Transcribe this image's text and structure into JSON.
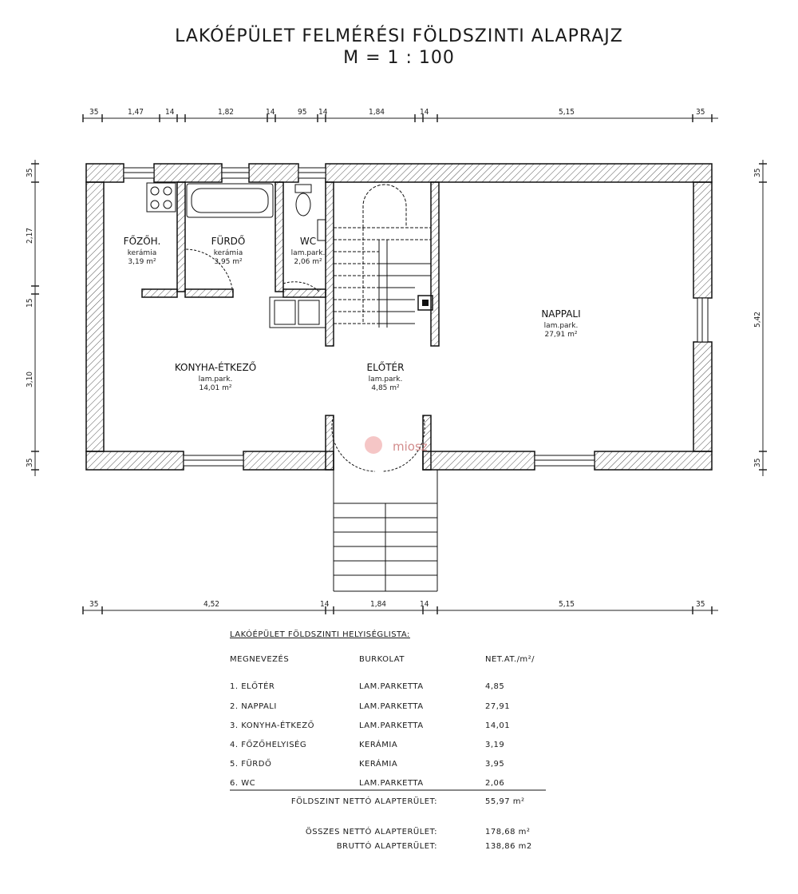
{
  "title": {
    "line1": "LAKÓÉPÜLET FELMÉRÉSI FÖLDSZINTI ALAPRAJZ",
    "line2": "M = 1 : 100"
  },
  "dimensions": {
    "top": [
      "35",
      "1,47",
      "14",
      "1,82",
      "14",
      "95",
      "14",
      "1,84",
      "14",
      "5,15",
      "35"
    ],
    "bottom": [
      "35",
      "4,52",
      "14",
      "1,84",
      "14",
      "5,15",
      "35"
    ],
    "left": [
      "35",
      "2,17",
      "15",
      "3,10",
      "35"
    ],
    "right": [
      "35",
      "5,42",
      "35"
    ]
  },
  "rooms": {
    "fozo": {
      "name": "FŐZŐH.",
      "floor": "kerámia",
      "area": "3,19 m²"
    },
    "furdo": {
      "name": "FÜRDŐ",
      "floor": "kerámia",
      "area": "3,95 m²"
    },
    "wc": {
      "name": "WC",
      "floor": "lam.park.",
      "area": "2,06 m²"
    },
    "nappali": {
      "name": "NAPPALI",
      "floor": "lam.park.",
      "area": "27,91 m²"
    },
    "konyha": {
      "name": "KONYHA-ÉTKEZŐ",
      "floor": "lam.park.",
      "area": "14,01 m²"
    },
    "eloter": {
      "name": "ELŐTÉR",
      "floor": "lam.park.",
      "area": "4,85 m²"
    }
  },
  "watermark": "miosz",
  "room_list": {
    "title": "LAKÓÉPÜLET FÖLDSZINTI HELYISÉGLISTA:",
    "headers": [
      "MEGNEVEZÉS",
      "BURKOLAT",
      "NET.AT./m²/"
    ],
    "rows": [
      [
        "1. ELŐTÉR",
        "LAM.PARKETTA",
        "4,85"
      ],
      [
        "2. NAPPALI",
        "LAM.PARKETTA",
        "27,91"
      ],
      [
        "3. KONYHA-ÉTKEZŐ",
        "LAM.PARKETTA",
        "14,01"
      ],
      [
        "4. FŐZŐHELYISÉG",
        "KERÁMIA",
        "3,19"
      ],
      [
        "5. FÜRDŐ",
        "KERÁMIA",
        "3,95"
      ],
      [
        "6. WC",
        "LAM.PARKETTA",
        "2,06"
      ]
    ],
    "ground_floor_net": {
      "label": "FÖLDSZINT NETTÓ ALAPTERÜLET:",
      "value": "55,97 m²"
    },
    "total_net": {
      "label": "ÖSSZES NETTÓ ALAPTERÜLET:",
      "value": "178,68 m²"
    },
    "gross": {
      "label": "BRUTTÓ ALAPTERÜLET:",
      "value": "138,86 m2"
    }
  }
}
